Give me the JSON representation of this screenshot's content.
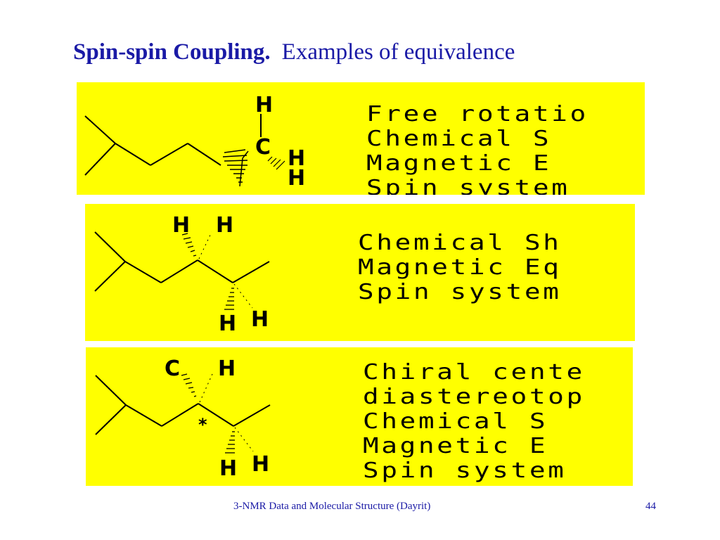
{
  "title": {
    "bold": "Spin-spin Coupling.",
    "normal": "Examples of equivalence"
  },
  "panels": [
    {
      "atoms": {
        "h_top": "H",
        "c": "C",
        "h_right": "H",
        "h_bottom": "H"
      },
      "lines": [
        "Free rotatio",
        "Chemical S",
        "Magnetic E",
        "Spin system"
      ]
    },
    {
      "atoms": {
        "h_top_left": "H",
        "h_top_right": "H",
        "h_bottom_left": "H",
        "h_bottom_right": "H"
      },
      "lines": [
        "Chemical Sh",
        "Magnetic Eq",
        "Spin system"
      ]
    },
    {
      "atoms": {
        "c_top": "C",
        "h_top": "H",
        "star": "*",
        "h_bottom_left": "H",
        "h_bottom_right": "H"
      },
      "lines": [
        "Chiral cente",
        "diastereotop",
        "Chemical S",
        "Magnetic E",
        "Spin system"
      ]
    }
  ],
  "footer": {
    "text": "3-NMR Data and Molecular Structure (Dayrit)",
    "page": "44"
  },
  "colors": {
    "title": "#1a1aa6",
    "panel_bg": "#ffff00"
  }
}
